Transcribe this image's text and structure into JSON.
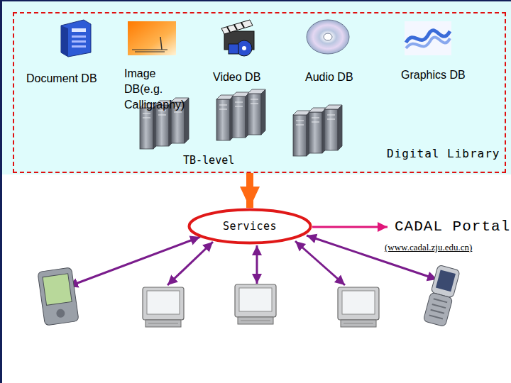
{
  "diagram": {
    "nodes": [
      {
        "text": [
          "Digital Library"
        ]
      },
      {
        "text": [
          "Services"
        ]
      }
    ],
    "edges": [
      {
        "from": 0,
        "to": 1,
        "arrow": "to"
      }
    ],
    "labels": [
      "Document DB",
      "Image DB(e.g. Calligraphy)",
      "Video DB",
      "Audio DB",
      "Graphics DB",
      "TB-level",
      "CADAL Portal",
      "(www.cadal.zju.edu.cn)"
    ]
  }
}
